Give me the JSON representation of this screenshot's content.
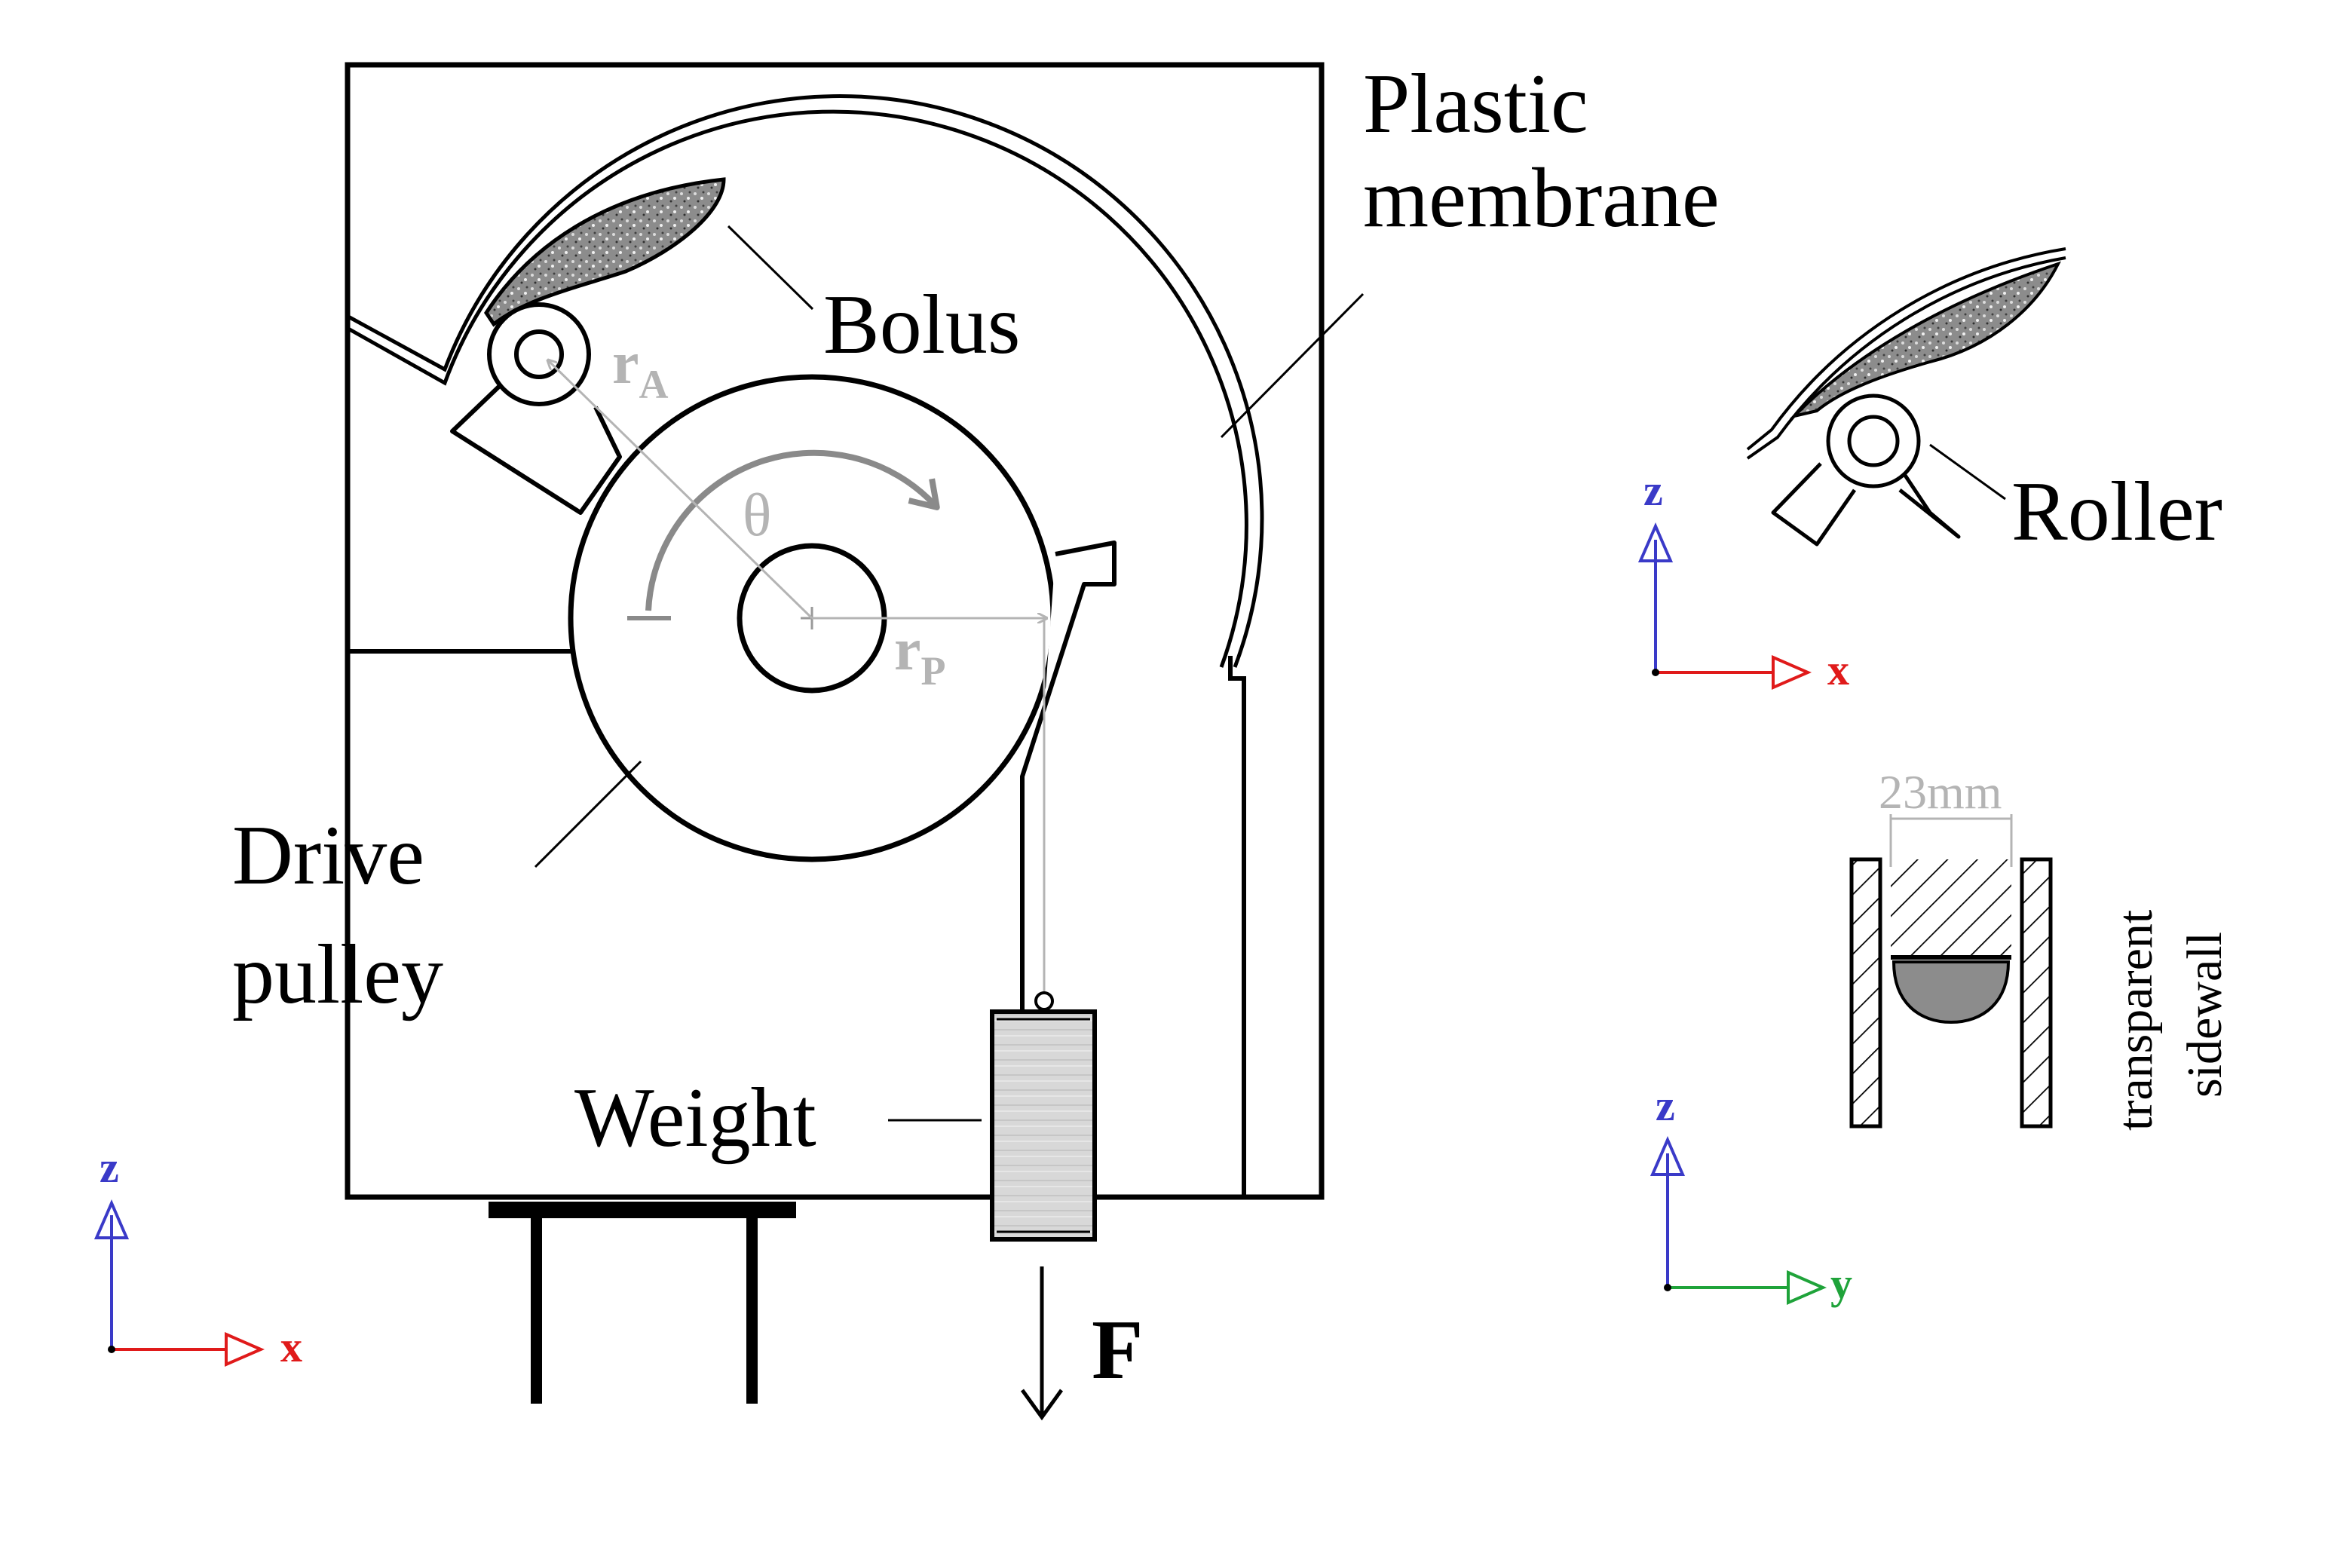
{
  "labels": {
    "plastic_membrane_line1": "Plastic",
    "plastic_membrane_line2": "membrane",
    "bolus": "Bolus",
    "drive_pulley_line1": "Drive",
    "drive_pulley_line2": "pulley",
    "weight": "Weight",
    "force": "F",
    "roller": "Roller",
    "theta": "θ",
    "r_a_main": "r",
    "r_a_sub": "A",
    "r_p_main": "r",
    "r_p_sub": "P",
    "width_dimension": "23mm",
    "sidewall_line1": "transparent",
    "sidewall_line2": "sidewall"
  },
  "axes": {
    "main_view": {
      "vertical": "z",
      "horizontal": "x"
    },
    "roller_detail": {
      "vertical": "z",
      "horizontal": "x"
    },
    "cross_section": {
      "vertical": "z",
      "horizontal": "y"
    }
  },
  "colors": {
    "axis_x": "#e01a1a",
    "axis_y": "#1fa33a",
    "axis_z": "#3a3ac8",
    "annotation_gray": "#b4b4b4",
    "bolus_fill": "#8c8c8c",
    "weight_fill": "#d6d6d6"
  }
}
